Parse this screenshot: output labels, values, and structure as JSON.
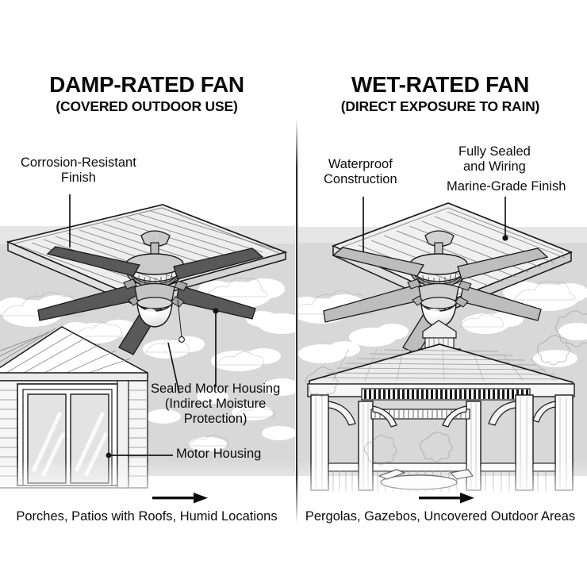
{
  "panels": [
    {
      "id": "damp",
      "title": "DAMP-RATED FAN",
      "subtitle": "(COVERED OUTDOOR USE)",
      "caption": "Porches, Patios with Roofs, Humid Locations",
      "scene": "covered-porch-ceiling-with-house",
      "callouts": [
        {
          "id": "corrosion",
          "lines": [
            "Corrosion-Resistant",
            "Finish"
          ]
        },
        {
          "id": "sealed-motor",
          "lines": [
            "Sealed Motor Housing",
            "(Indirect Moisture",
            "Protection)"
          ]
        },
        {
          "id": "motor-housing",
          "lines": [
            "Motor Housing"
          ]
        }
      ]
    },
    {
      "id": "wet",
      "title": "WET-RATED FAN",
      "subtitle": "(DIRECT EXPOSURE TO RAIN)",
      "caption": "Pergolas, Gazebos, Uncovered Outdoor Areas",
      "scene": "open-gazebo-ceiling",
      "callouts": [
        {
          "id": "waterproof",
          "lines": [
            "Waterproof",
            "Construction"
          ]
        },
        {
          "id": "fully-sealed",
          "lines": [
            "Fully Sealed",
            "and Wiring"
          ]
        },
        {
          "id": "marine-grade",
          "lines": [
            "Marine-Grade Finish"
          ]
        }
      ]
    }
  ],
  "icons": {
    "arrow_left_caption": "arrow-right-icon",
    "arrow_right_caption": "arrow-right-icon",
    "divider": "vertical-divider"
  },
  "colors": {
    "background": "#ffffff",
    "text": "#0c0c0c",
    "sky": "#d8d8d8",
    "cloud": "#ffffff",
    "blade_damp": "#595959",
    "blade_wet": "#bdbdbd",
    "outline": "#1a1a1a",
    "ceiling_light": "#f2f2f2",
    "ceiling_mid": "#e2e2e2",
    "ceiling_shade": "#cfcfcf",
    "motor_body": "#c9c9c9",
    "glass_globe": "#fbfbfb",
    "divider": "#2b2b2b",
    "gazebo_roof": "#e6e6e6",
    "house_wall": "#f4f4f4"
  }
}
